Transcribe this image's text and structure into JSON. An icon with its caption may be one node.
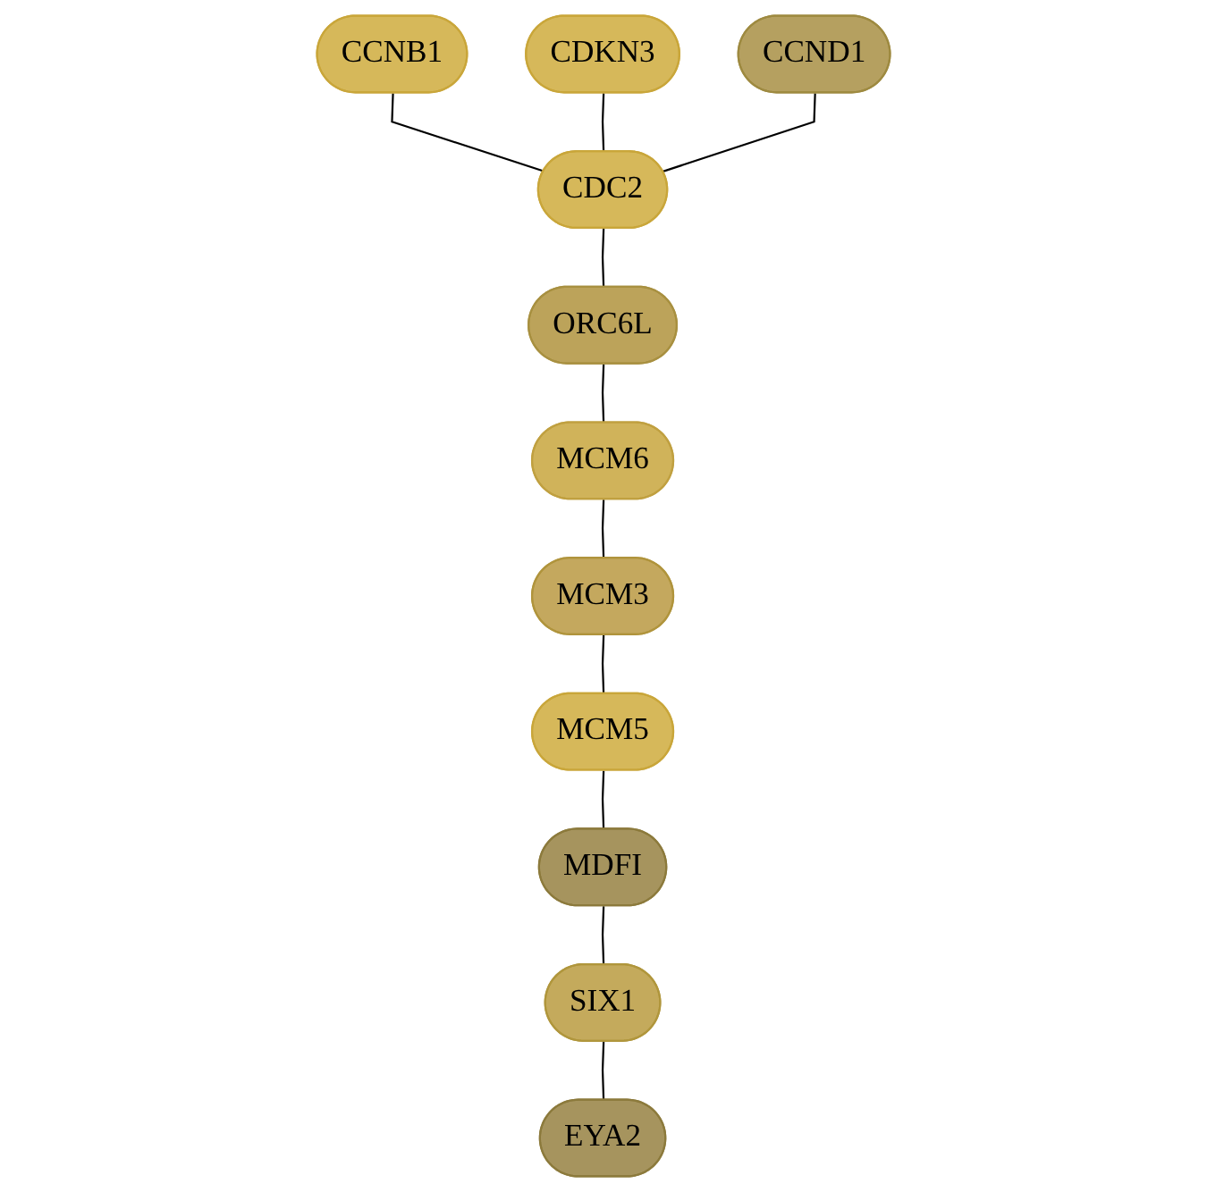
{
  "diagram": {
    "nodes": [
      {
        "text": [
          "CCNB1"
        ]
      },
      {
        "text": [
          "CDKN3"
        ]
      },
      {
        "text": [
          "CDC2"
        ]
      },
      {
        "text": [
          "CCND1"
        ]
      },
      {
        "text": [
          "ORC6L"
        ]
      },
      {
        "text": [
          "MCM6"
        ]
      },
      {
        "text": [
          "MCM3"
        ]
      },
      {
        "text": [
          "MCM5"
        ]
      },
      {
        "text": [
          "MDFI"
        ]
      },
      {
        "text": [
          "SIX1"
        ]
      },
      {
        "text": [
          "EYA2"
        ]
      }
    ],
    "edges": [
      {
        "from": 0,
        "to": 2,
        "arrow": "none"
      },
      {
        "from": 1,
        "to": 2,
        "arrow": "none"
      },
      {
        "from": 3,
        "to": 2,
        "arrow": "none"
      },
      {
        "from": 2,
        "to": 4,
        "arrow": "none"
      },
      {
        "from": 4,
        "to": 5,
        "arrow": "none"
      },
      {
        "from": 5,
        "to": 6,
        "arrow": "none"
      },
      {
        "from": 6,
        "to": 7,
        "arrow": "none"
      },
      {
        "from": 7,
        "to": 8,
        "arrow": "none"
      },
      {
        "from": 8,
        "to": 9,
        "arrow": "none"
      },
      {
        "from": 9,
        "to": 10,
        "arrow": "none"
      }
    ]
  }
}
